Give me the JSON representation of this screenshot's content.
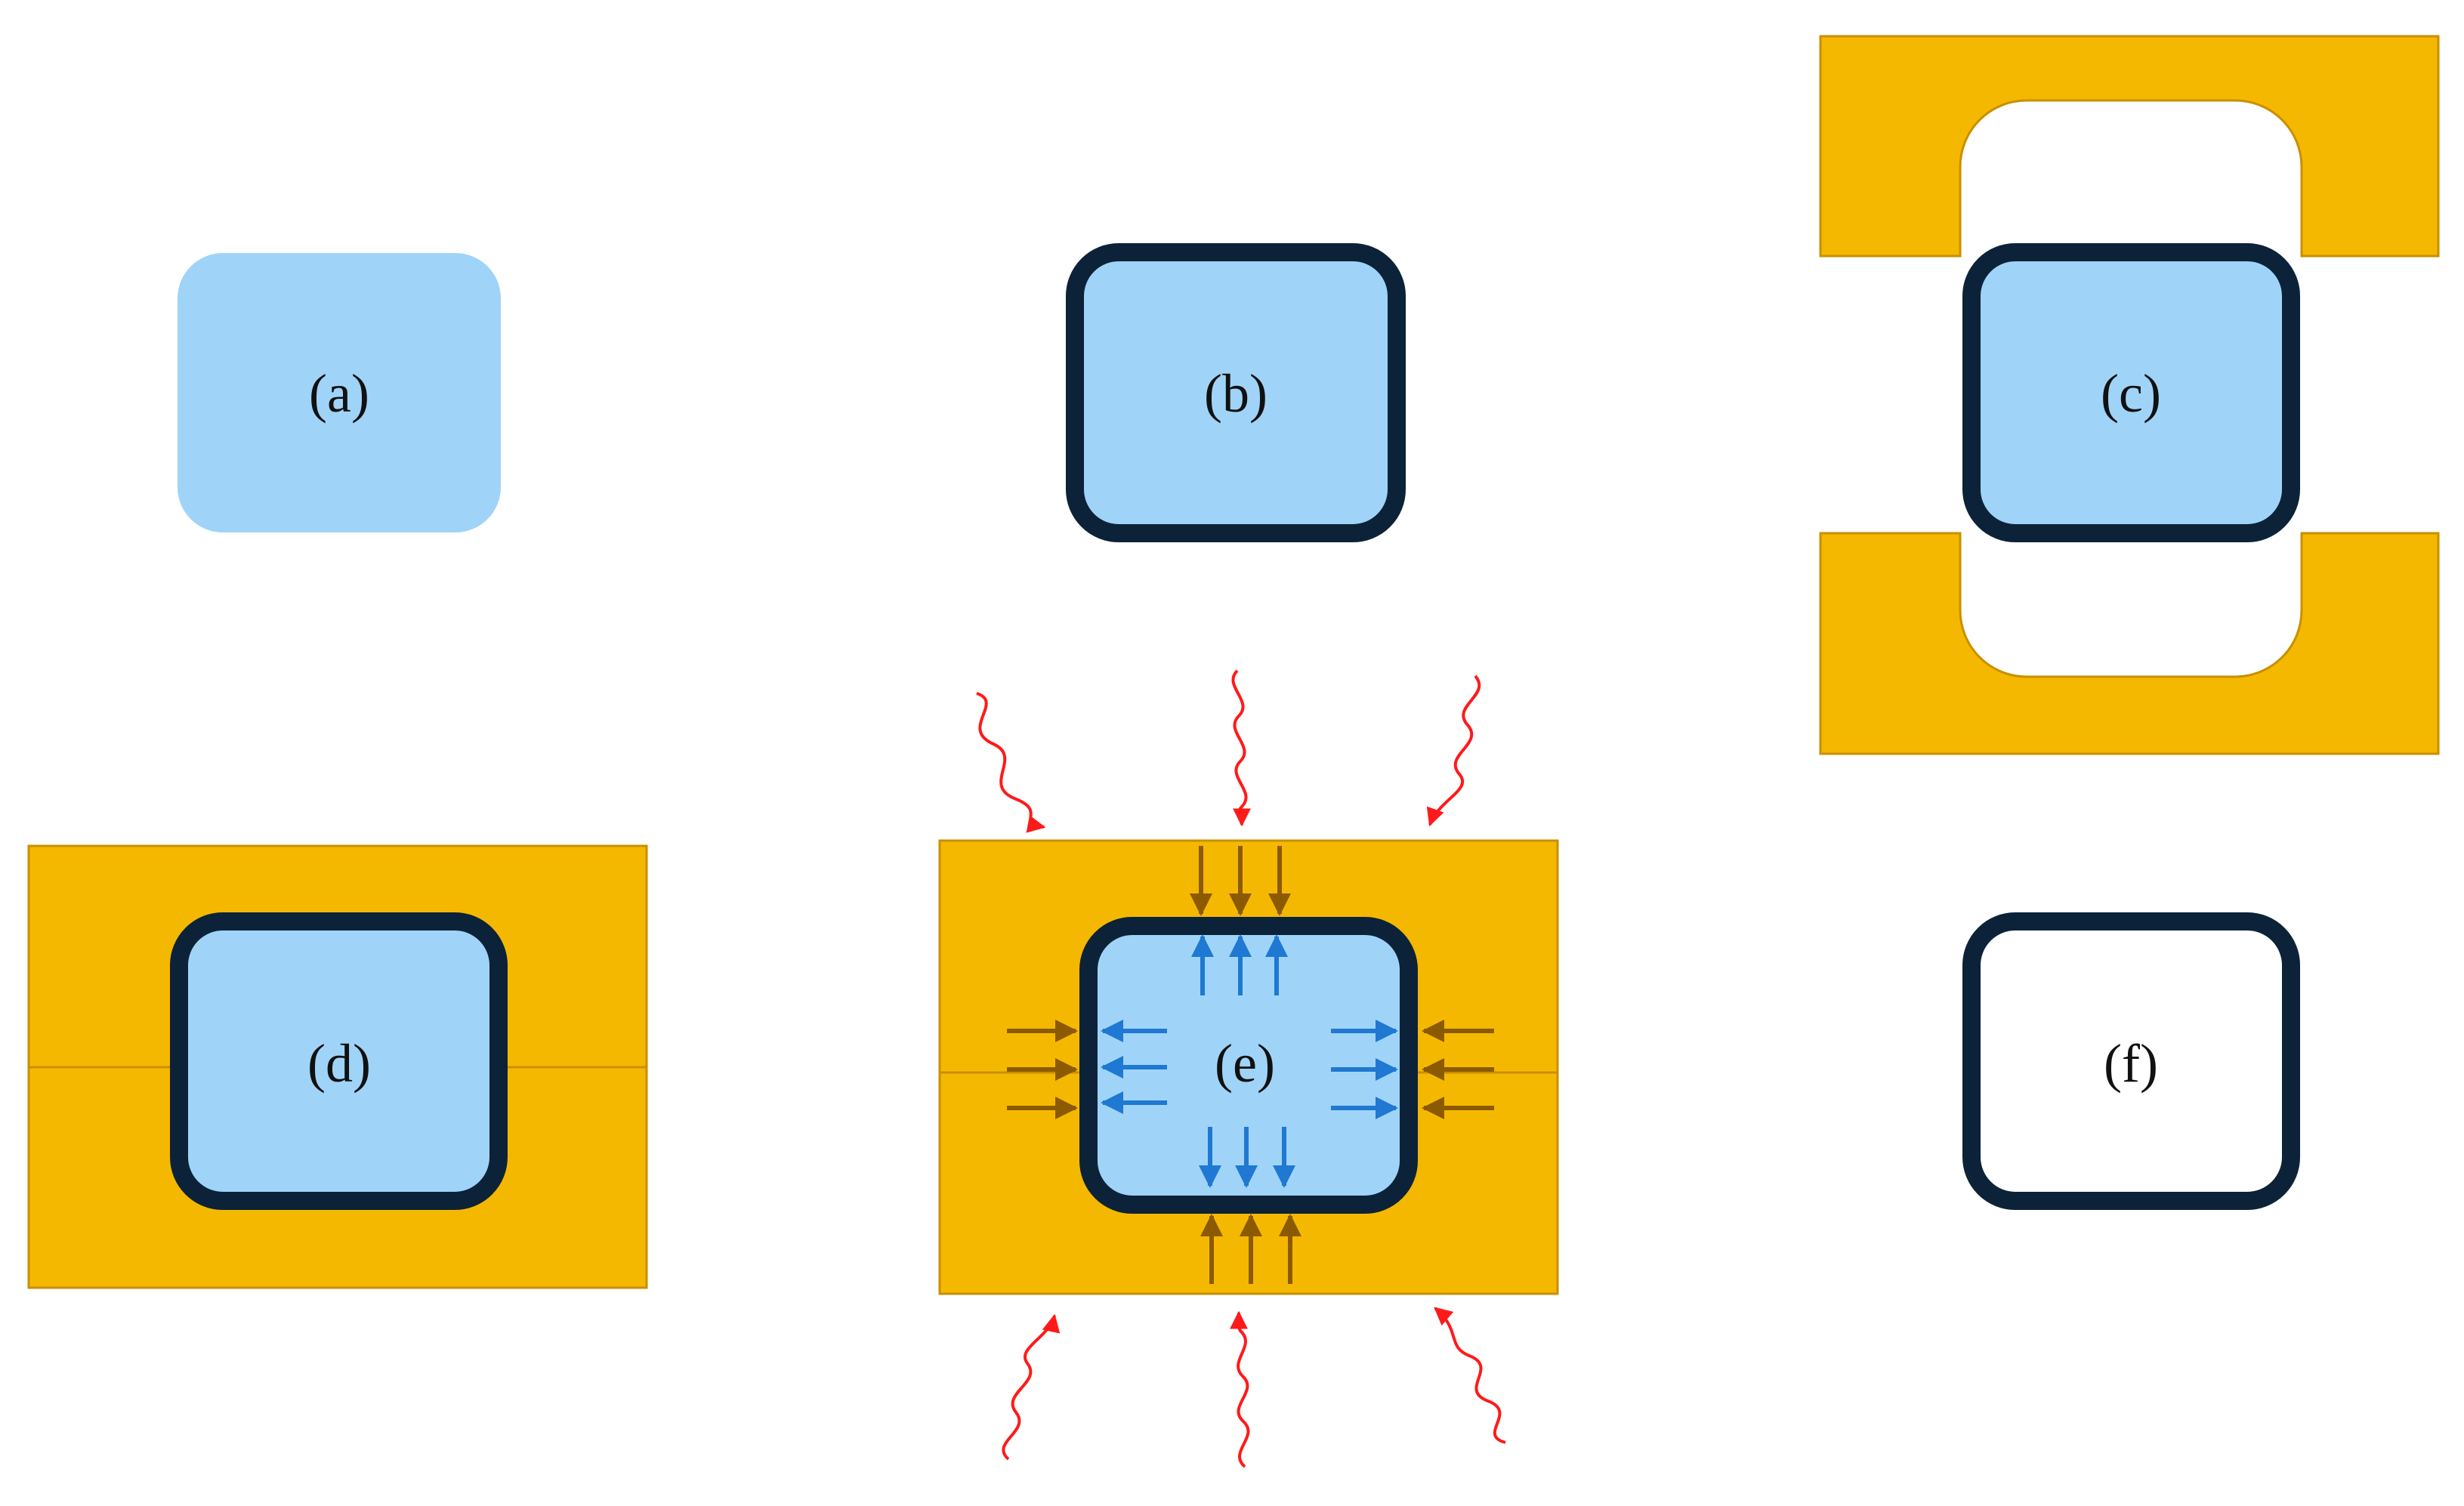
{
  "colors": {
    "fluid": "#9fd4f8",
    "wall": "#0c2238",
    "mold": "#f5b800",
    "mold_edge": "#c98f00",
    "force_arrow": "#8b5a00",
    "pressure_arrow": "#1f78d1",
    "heat": "#ff1a1a",
    "background": "#ffffff"
  },
  "panels": {
    "a": {
      "label": "(a)"
    },
    "b": {
      "label": "(b)"
    },
    "c": {
      "label": "(c)"
    },
    "d": {
      "label": "(d)"
    },
    "e": {
      "label": "(e)"
    },
    "f": {
      "label": "(f)"
    }
  }
}
